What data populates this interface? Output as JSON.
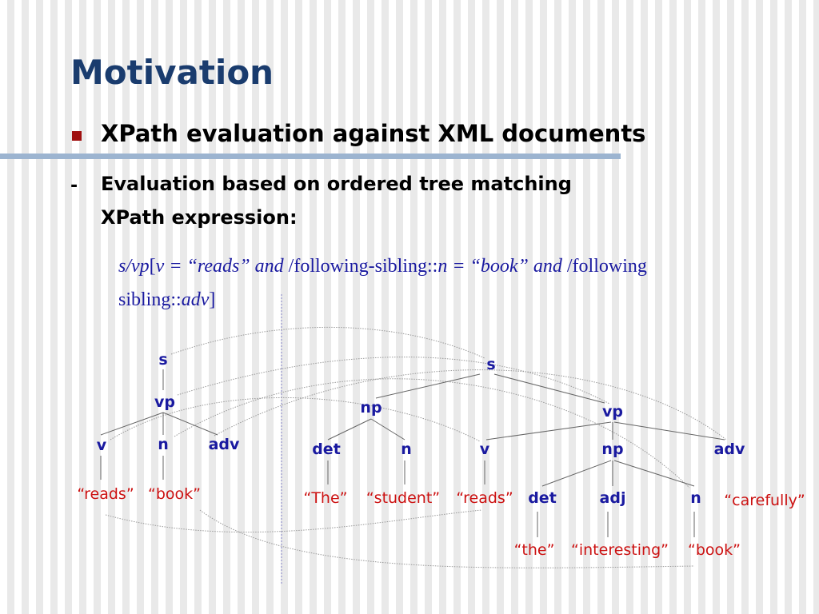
{
  "slide": {
    "title": "Motivation",
    "bullet1": "XPath evaluation against XML documents",
    "sub_marker": "-",
    "sub1": "Evaluation based on ordered tree matching",
    "sub2": "XPath expression:",
    "expr": {
      "t1": "s/vp",
      "t2": "[",
      "t3": "v = “reads” and",
      "t4": " /following-sibling::",
      "t5": "n = “book” and",
      "t6": " /following",
      "t7": "sibling::",
      "t8": "adv",
      "t9": "]"
    }
  },
  "query_tree": {
    "s": "s",
    "vp": "vp",
    "v": "v",
    "n": "n",
    "adv": "adv",
    "v_val": "“reads”",
    "n_val": "“book”"
  },
  "doc_tree": {
    "s": "s",
    "np1": "np",
    "det1": "det",
    "n1": "n",
    "vp": "vp",
    "v": "v",
    "np2": "np",
    "adv": "adv",
    "det2": "det",
    "adj": "adj",
    "n2": "n",
    "the1": "“The”",
    "student": "“student”",
    "reads": "“reads”",
    "carefully": "“carefully”",
    "the2": "“the”",
    "interesting": "“interesting”",
    "book": "“book”"
  },
  "colors": {
    "title": "#1a3c6e",
    "node": "#1a1aa0",
    "leaf": "#cc1111",
    "bullet": "#a01010"
  }
}
